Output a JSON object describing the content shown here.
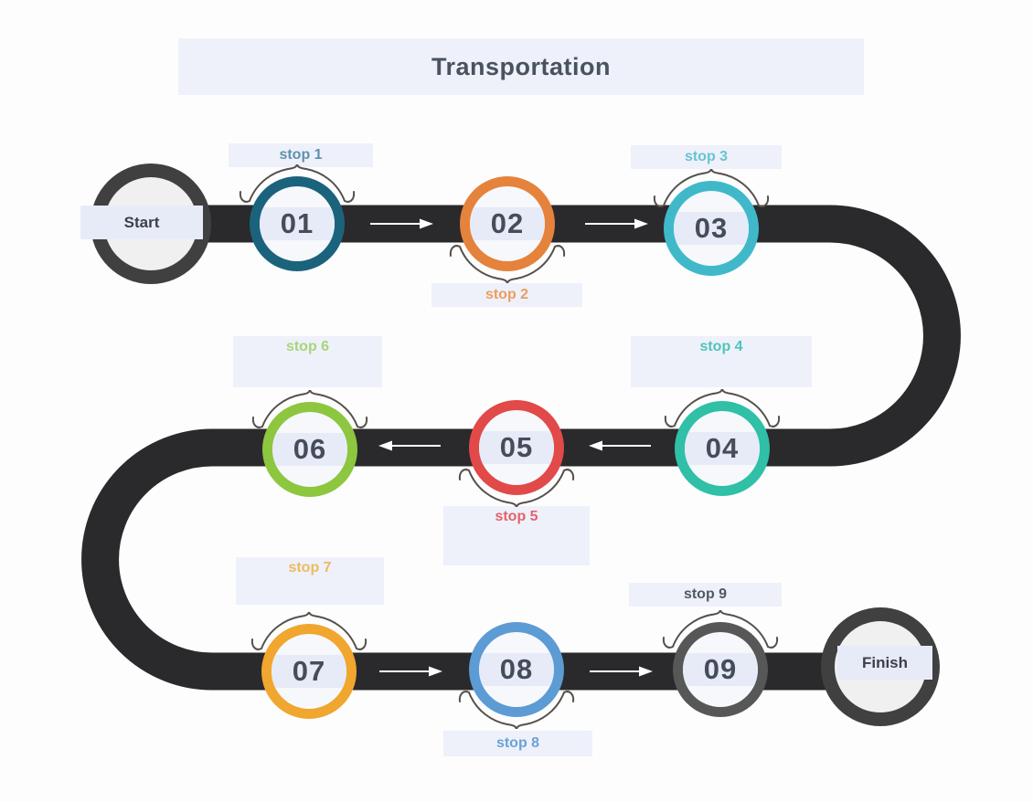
{
  "title": "Transportation",
  "nodes": {
    "start": {
      "label": "Start"
    },
    "finish": {
      "label": "Finish"
    }
  },
  "stops": [
    {
      "number": "01",
      "label": "stop 1",
      "ring_color": "#1b637c",
      "label_color": "#5e91ab",
      "label_position": "above"
    },
    {
      "number": "02",
      "label": "stop 2",
      "ring_color": "#e5823c",
      "label_color": "#eb9d61",
      "label_position": "below"
    },
    {
      "number": "03",
      "label": "stop 3",
      "ring_color": "#3fb9c9",
      "label_color": "#67c3d4",
      "label_position": "above"
    },
    {
      "number": "04",
      "label": "stop 4",
      "ring_color": "#2fc0a7",
      "label_color": "#4ec5bc",
      "label_position": "above"
    },
    {
      "number": "05",
      "label": "stop 5",
      "ring_color": "#e24949",
      "label_color": "#e5636b",
      "label_position": "below"
    },
    {
      "number": "06",
      "label": "stop 6",
      "ring_color": "#8dc63f",
      "label_color": "#a9d47a",
      "label_position": "above"
    },
    {
      "number": "07",
      "label": "stop 7",
      "ring_color": "#f0a62f",
      "label_color": "#edba5e",
      "label_position": "above"
    },
    {
      "number": "08",
      "label": "stop 8",
      "ring_color": "#5c9bd4",
      "label_color": "#6ba2d6",
      "label_position": "below"
    },
    {
      "number": "09",
      "label": "stop 9",
      "ring_color": "#575757",
      "label_color": "#51585f",
      "label_position": "above"
    }
  ],
  "colors": {
    "road": "#2a292b",
    "panel": "#eef1fa",
    "band": "#e7ebf8",
    "number_text": "#454d5a",
    "title_text": "#4a5260",
    "terminal_ring": "#404040",
    "terminal_fill": "#f0f0f1",
    "brace": "#55504a",
    "arrow": "#ffffff"
  }
}
